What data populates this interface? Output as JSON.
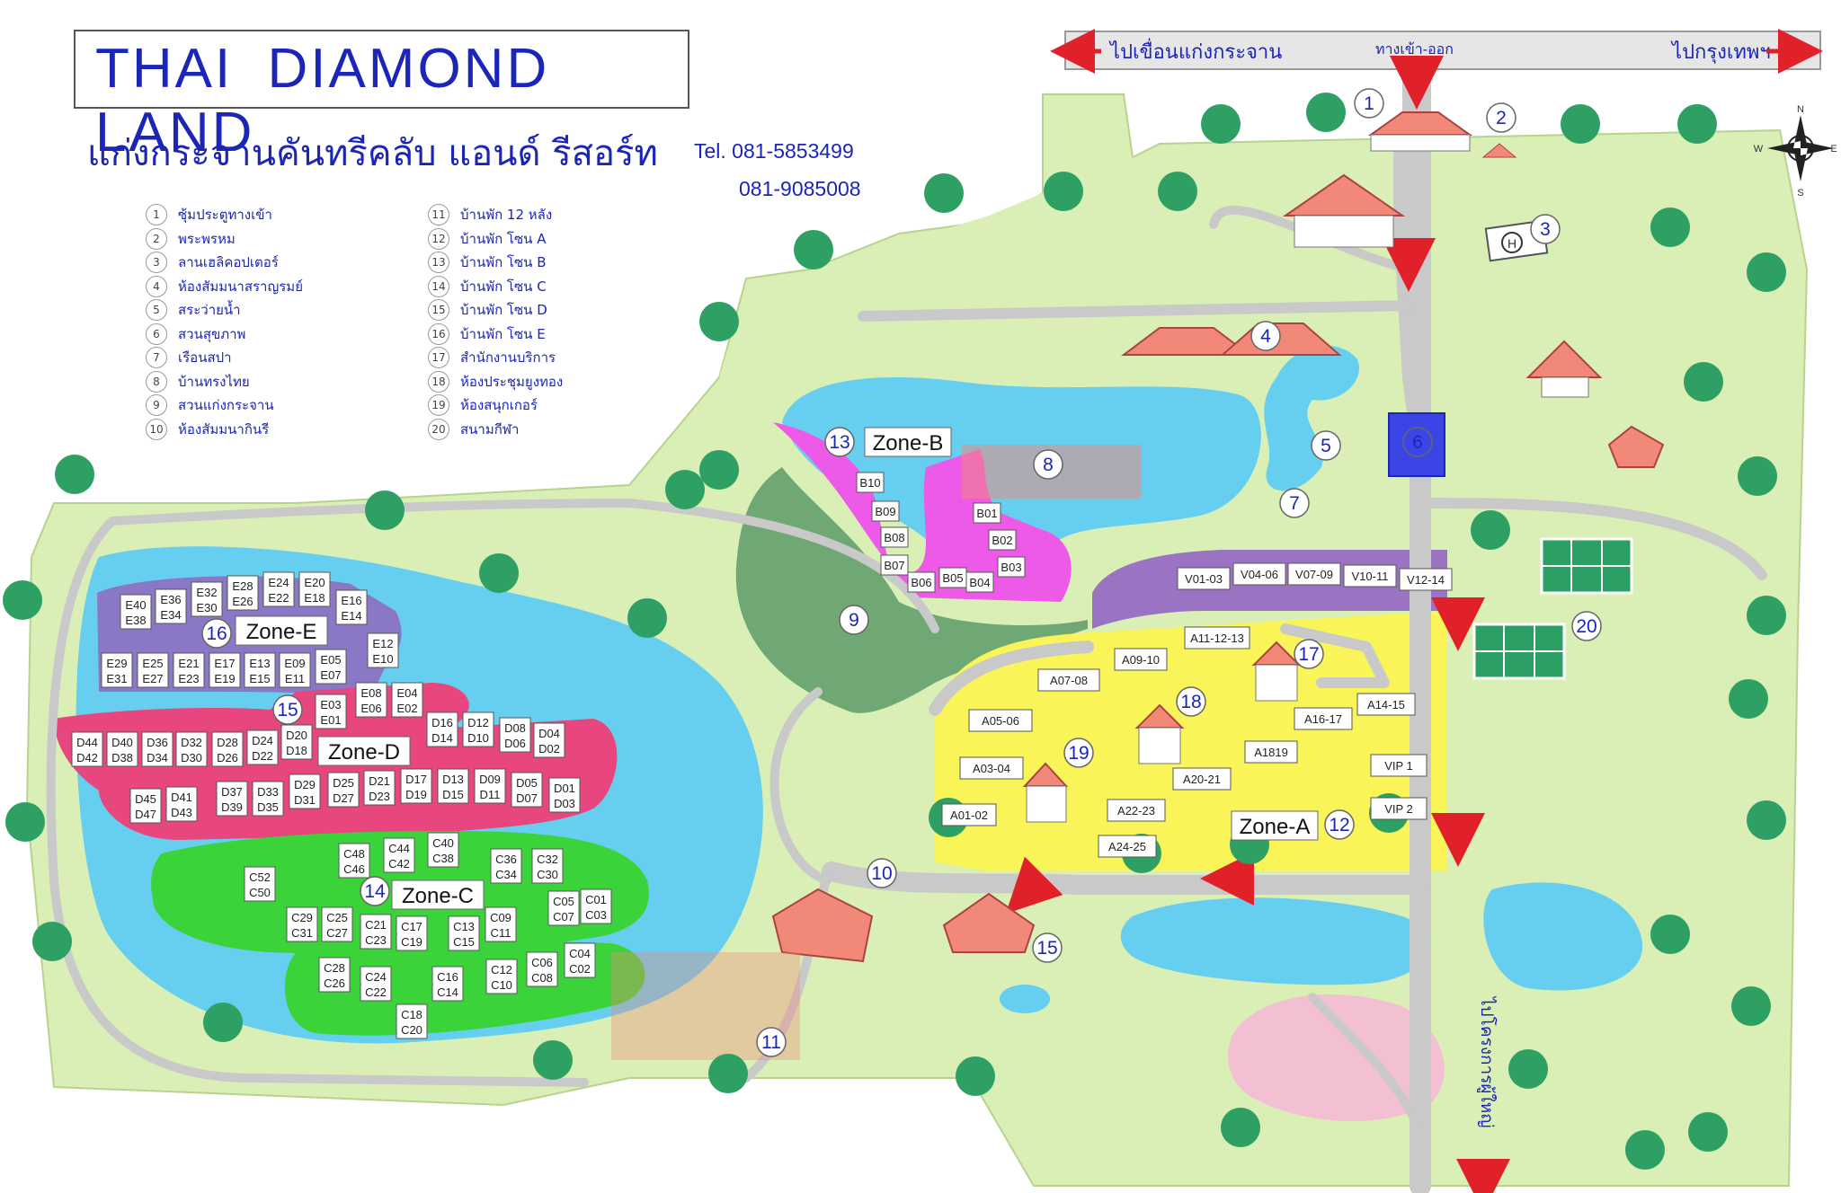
{
  "header": {
    "title": "THAI DIAMOND LAND",
    "subtitle": "แก่งกระจานคันทรีคลับ แอนด์ รีสอร์ท",
    "tel_label": "Tel. 081-5853499",
    "tel_2": "081-9085008"
  },
  "legend": [
    {
      "num": "1",
      "label": "ซุ้มประตูทางเข้า"
    },
    {
      "num": "2",
      "label": "พระพรหม"
    },
    {
      "num": "3",
      "label": "ลานเฮลิคอปเตอร์"
    },
    {
      "num": "4",
      "label": "ห้องสัมมนาสราญรมย์"
    },
    {
      "num": "5",
      "label": "สระว่ายน้ำ"
    },
    {
      "num": "6",
      "label": "สวนสุขภาพ"
    },
    {
      "num": "7",
      "label": "เรือนสปา"
    },
    {
      "num": "8",
      "label": "บ้านทรงไทย"
    },
    {
      "num": "9",
      "label": "สวนแก่งกระจาน"
    },
    {
      "num": "10",
      "label": "ห้องสัมมนากินรี"
    },
    {
      "num": "11",
      "label": "บ้านพัก 12 หลัง"
    },
    {
      "num": "12",
      "label": "บ้านพัก โซน A"
    },
    {
      "num": "13",
      "label": "บ้านพัก โซน B"
    },
    {
      "num": "14",
      "label": "บ้านพัก โซน C"
    },
    {
      "num": "15",
      "label": "บ้านพัก โซน D"
    },
    {
      "num": "16",
      "label": "บ้านพัก โซน E"
    },
    {
      "num": "17",
      "label": "สำนักงานบริการ"
    },
    {
      "num": "18",
      "label": "ห้องประชุมยูงทอง"
    },
    {
      "num": "19",
      "label": "ห้องสนุกเกอร์"
    },
    {
      "num": "20",
      "label": "สนามกีฬา"
    }
  ],
  "road_signs": {
    "left": "ไปเขื่อนแก่งกระจาน",
    "center": "ทางเข้า-ออก",
    "right": "ไปกรุงเทพฯ",
    "vertical": "ไปโครงการผู้ใหญ่"
  },
  "compass": {
    "n": "N",
    "s": "S",
    "e": "E",
    "w": "W"
  },
  "zones": {
    "a": "Zone-A",
    "b": "Zone-B",
    "c": "Zone-C",
    "d": "Zone-D",
    "e": "Zone-E"
  },
  "markers": [
    "1",
    "2",
    "3",
    "4",
    "5",
    "6",
    "7",
    "8",
    "9",
    "10",
    "11",
    "12",
    "13",
    "14",
    "15",
    "15",
    "16",
    "17",
    "18",
    "19",
    "20"
  ],
  "helipad": "H",
  "villas": [
    "V01-03",
    "V04-06",
    "V07-09",
    "V10-11",
    "V12-14"
  ],
  "zone_a_units": [
    "A11-12-13",
    "A09-10",
    "A07-08",
    "A05-06",
    "A03-04",
    "A01-02",
    "A14-15",
    "A16-17",
    "A1819",
    "A20-21",
    "A22-23",
    "A24-25",
    "VIP 1",
    "VIP 2"
  ],
  "zone_b_units": [
    "B10",
    "B09",
    "B08",
    "B07",
    "B06",
    "B05",
    "B04",
    "B03",
    "B02",
    "B01"
  ],
  "zone_c_units": [
    [
      "C48",
      "C46"
    ],
    [
      "C44",
      "C42"
    ],
    [
      "C40",
      "C38"
    ],
    [
      "C36",
      "C34"
    ],
    [
      "C32",
      "C30"
    ],
    [
      "C52",
      "C50"
    ],
    [
      "C05",
      "C07"
    ],
    [
      "C01",
      "C03"
    ],
    [
      "C29",
      "C31"
    ],
    [
      "C25",
      "C27"
    ],
    [
      "C21",
      "C23"
    ],
    [
      "C17",
      "C19"
    ],
    [
      "C13",
      "C15"
    ],
    [
      "C09",
      "C11"
    ],
    [
      "C28",
      "C26"
    ],
    [
      "C24",
      "C22"
    ],
    [
      "C16",
      "C14"
    ],
    [
      "C12",
      "C10"
    ],
    [
      "C06",
      "C08"
    ],
    [
      "C04",
      "C02"
    ],
    [
      "C18",
      "C20"
    ]
  ],
  "zone_d_units": [
    [
      "D16",
      "D14"
    ],
    [
      "D12",
      "D10"
    ],
    [
      "D08",
      "D06"
    ],
    [
      "D04",
      "D02"
    ],
    [
      "D44",
      "D42"
    ],
    [
      "D40",
      "D38"
    ],
    [
      "D36",
      "D34"
    ],
    [
      "D32",
      "D30"
    ],
    [
      "D28",
      "D26"
    ],
    [
      "D24",
      "D22"
    ],
    [
      "D20",
      "D18"
    ],
    [
      "D45",
      "D47"
    ],
    [
      "D41",
      "D43"
    ],
    [
      "D37",
      "D39"
    ],
    [
      "D33",
      "D35"
    ],
    [
      "D29",
      "D31"
    ],
    [
      "D25",
      "D27"
    ],
    [
      "D21",
      "D23"
    ],
    [
      "D17",
      "D19"
    ],
    [
      "D13",
      "D15"
    ],
    [
      "D09",
      "D11"
    ],
    [
      "D05",
      "D07"
    ],
    [
      "D01",
      "D03"
    ]
  ],
  "zone_e_units": [
    [
      "E40",
      "E38"
    ],
    [
      "E36",
      "E34"
    ],
    [
      "E32",
      "E30"
    ],
    [
      "E28",
      "E26"
    ],
    [
      "E24",
      "E22"
    ],
    [
      "E20",
      "E18"
    ],
    [
      "E16",
      "E14"
    ],
    [
      "E12",
      "E10"
    ],
    [
      "E29",
      "E31"
    ],
    [
      "E25",
      "E27"
    ],
    [
      "E21",
      "E23"
    ],
    [
      "E17",
      "E19"
    ],
    [
      "E13",
      "E15"
    ],
    [
      "E09",
      "E11"
    ],
    [
      "E05",
      "E07"
    ],
    [
      "E08",
      "E06"
    ],
    [
      "E04",
      "E02"
    ],
    [
      "E03",
      "E01"
    ]
  ]
}
